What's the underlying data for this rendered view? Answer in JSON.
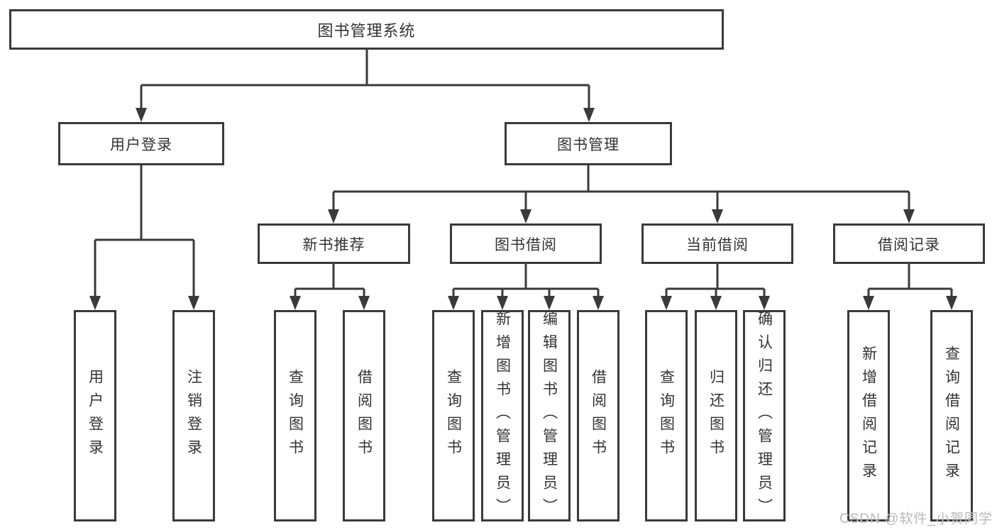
{
  "tree": {
    "root": {
      "label": "图书管理系统"
    },
    "branches": [
      {
        "label": "用户登录",
        "children": [
          {
            "label": "用户登录"
          },
          {
            "label": "注销登录"
          }
        ]
      },
      {
        "label": "图书管理",
        "children": [
          {
            "label": "新书推荐",
            "children": [
              {
                "label": "查询图书"
              },
              {
                "label": "借阅图书"
              }
            ]
          },
          {
            "label": "图书借阅",
            "children": [
              {
                "label": "查询图书"
              },
              {
                "label": "新增图书（管理员）"
              },
              {
                "label": "编辑图书（管理员）"
              },
              {
                "label": "借阅图书"
              }
            ]
          },
          {
            "label": "当前借阅",
            "children": [
              {
                "label": "查询图书"
              },
              {
                "label": "归还图书"
              },
              {
                "label": "确认归还（管理员）"
              }
            ]
          },
          {
            "label": "借阅记录",
            "children": [
              {
                "label": "新增借阅记录"
              },
              {
                "label": "查询借阅记录"
              }
            ]
          }
        ]
      }
    ]
  },
  "watermark": {
    "text": "CSDN @软件_小贺同学"
  },
  "colors": {
    "line": "#3a3a3a",
    "text": "#333333",
    "watermark": "#b8b8b8",
    "background": "#ffffff"
  }
}
